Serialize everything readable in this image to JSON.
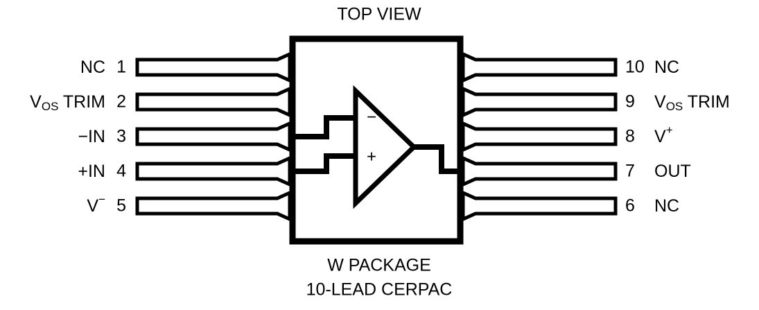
{
  "diagram": {
    "title": "TOP VIEW",
    "caption_line1": "W PACKAGE",
    "caption_line2": "10-LEAD CERPAC",
    "package_type": "CERPAC",
    "lead_count": "10",
    "symbol": {
      "type": "operational-amplifier",
      "inverting_sign": "−",
      "noninverting_sign": "+"
    },
    "colors": {
      "ink": "#000000",
      "background": "#ffffff"
    }
  },
  "pins": {
    "left": [
      {
        "number": "1",
        "label": "NC",
        "label_base": "NC",
        "label_sub": "",
        "label_sup": "",
        "label_tail": ""
      },
      {
        "number": "2",
        "label": "V_OS TRIM",
        "label_base": "V",
        "label_sub": "OS",
        "label_sup": "",
        "label_tail": " TRIM"
      },
      {
        "number": "3",
        "label": "−IN",
        "label_base": "−IN",
        "label_sub": "",
        "label_sup": "",
        "label_tail": ""
      },
      {
        "number": "4",
        "label": "+IN",
        "label_base": "+IN",
        "label_sub": "",
        "label_sup": "",
        "label_tail": ""
      },
      {
        "number": "5",
        "label": "V−",
        "label_base": "V",
        "label_sub": "",
        "label_sup": "−",
        "label_tail": ""
      }
    ],
    "right": [
      {
        "number": "10",
        "label": "NC",
        "label_base": "NC",
        "label_sub": "",
        "label_sup": "",
        "label_tail": ""
      },
      {
        "number": "9",
        "label": "V_OS TRIM",
        "label_base": "V",
        "label_sub": "OS",
        "label_sup": "",
        "label_tail": " TRIM"
      },
      {
        "number": "8",
        "label": "V+",
        "label_base": "V",
        "label_sub": "",
        "label_sup": "+",
        "label_tail": ""
      },
      {
        "number": "7",
        "label": "OUT",
        "label_base": "OUT",
        "label_sub": "",
        "label_sup": "",
        "label_tail": ""
      },
      {
        "number": "6",
        "label": "NC",
        "label_base": "NC",
        "label_sub": "",
        "label_sup": "",
        "label_tail": ""
      }
    ]
  }
}
